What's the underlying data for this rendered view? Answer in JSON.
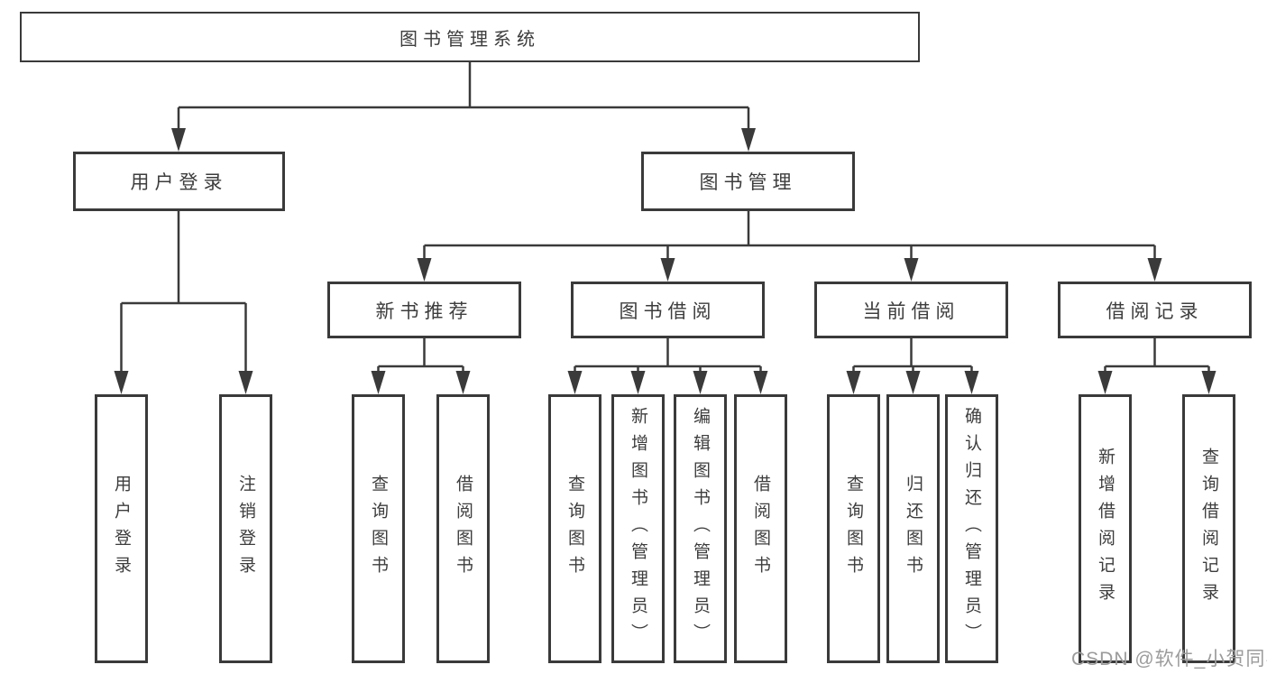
{
  "diagram": {
    "root": "图书管理系统",
    "branches": {
      "user_login": "用户登录",
      "book_management": "图书管理"
    },
    "modules": {
      "new_book_recommend": "新书推荐",
      "book_borrow": "图书借阅",
      "current_borrow": "当前借阅",
      "borrow_records": "借阅记录"
    },
    "leaves": {
      "user_login": [
        "用户登录",
        "注销登录"
      ],
      "new_book_recommend": [
        "查询图书",
        "借阅图书"
      ],
      "book_borrow": [
        "查询图书",
        "新增图书（管理员）",
        "编辑图书（管理员）",
        "借阅图书"
      ],
      "current_borrow": [
        "查询图书",
        "归还图书",
        "确认归还（管理员）"
      ],
      "borrow_records": [
        "新增借阅记录",
        "查询借阅记录"
      ]
    }
  },
  "watermark": "CSDN @软件_小贺同学",
  "colors": {
    "line": "#3a3a3a",
    "text": "#3d3d3d",
    "box_background": "#ffffff",
    "watermark": "#9b9b9b"
  }
}
